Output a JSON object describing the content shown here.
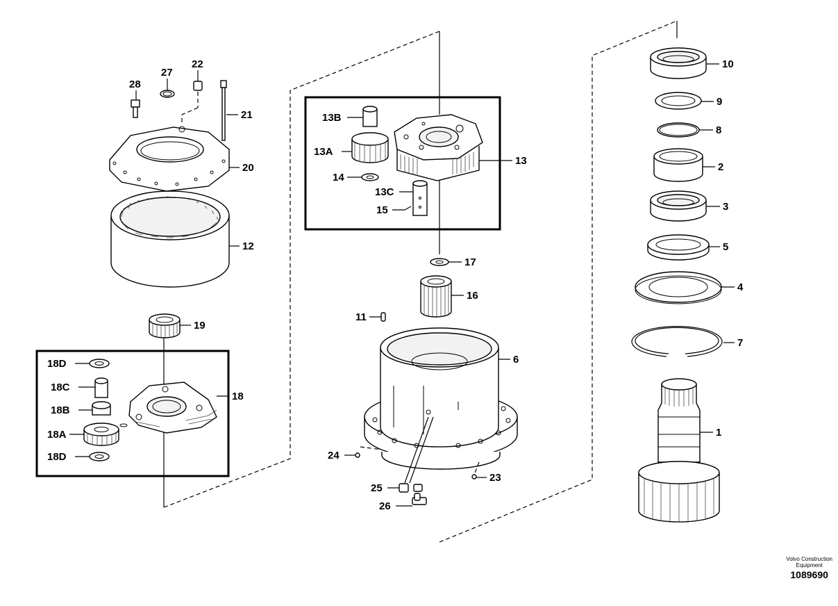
{
  "labels": {
    "p1": "1",
    "p2": "2",
    "p3": "3",
    "p4": "4",
    "p5": "5",
    "p6": "6",
    "p7": "7",
    "p8": "8",
    "p9": "9",
    "p10": "10",
    "p11": "11",
    "p12": "12",
    "p13": "13",
    "p13A": "13A",
    "p13B": "13B",
    "p13C": "13C",
    "p14": "14",
    "p15": "15",
    "p16": "16",
    "p17": "17",
    "p18": "18",
    "p18A": "18A",
    "p18B": "18B",
    "p18C": "18C",
    "p18D_top": "18D",
    "p18D_bot": "18D",
    "p19": "19",
    "p20": "20",
    "p21": "21",
    "p22": "22",
    "p23": "23",
    "p24": "24",
    "p25": "25",
    "p26": "26",
    "p27": "27",
    "p28": "28"
  },
  "credit": {
    "line1": "Volvo Construction",
    "line2": "Equipment",
    "number": "1089690"
  }
}
